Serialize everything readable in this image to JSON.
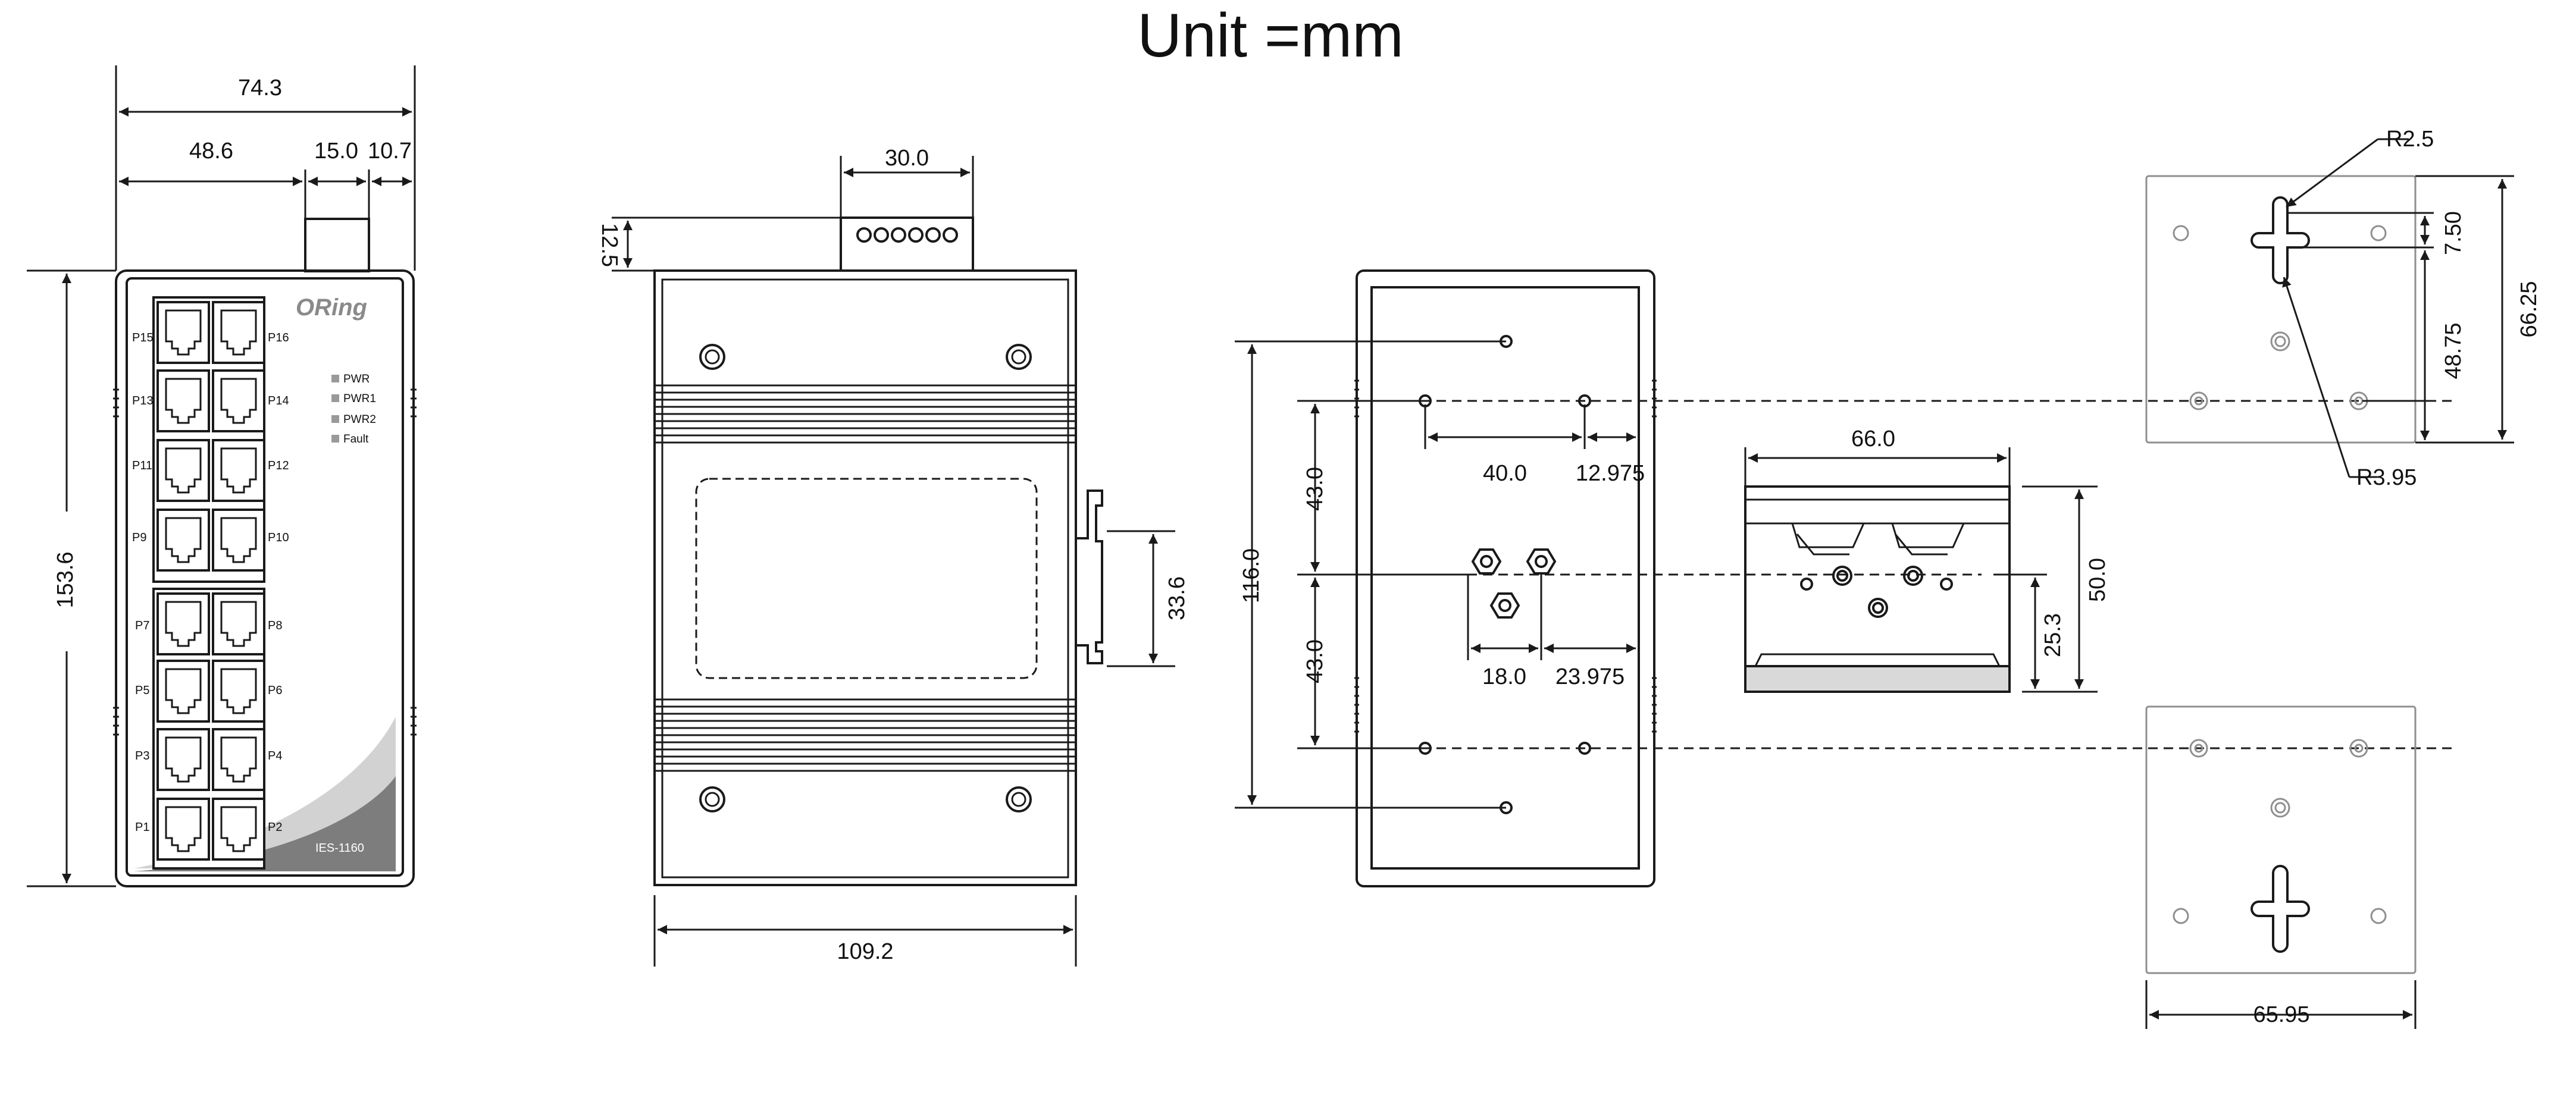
{
  "title": "Unit =mm",
  "front_view": {
    "brand": "ORing",
    "model": "IES-1160",
    "leds": [
      "PWR",
      "PWR1",
      "PWR2",
      "Fault"
    ],
    "ports_left": [
      "P15",
      "P13",
      "P11",
      "P9",
      "P7",
      "P5",
      "P3",
      "P1"
    ],
    "ports_right": [
      "P16",
      "P14",
      "P12",
      "P10",
      "P8",
      "P6",
      "P4",
      "P2"
    ],
    "dims": {
      "width_total": "74.3",
      "width_a": "48.6",
      "width_b": "15.0",
      "width_c": "10.7",
      "height": "153.6"
    }
  },
  "side_view": {
    "dims": {
      "connector_width": "30.0",
      "connector_height": "12.5",
      "depth": "109.2",
      "clip_height": "33.6"
    }
  },
  "back_view": {
    "dims": {
      "hole_span": "116.0",
      "upper_gap": "43.0",
      "lower_gap": "43.0",
      "hole_x": "40.0",
      "hole_edge": "12.975",
      "screw_x": "18.0",
      "screw_edge": "23.975"
    }
  },
  "din_rail_clip": {
    "dims": {
      "width": "66.0",
      "height": "50.0",
      "hole_height": "25.3"
    }
  },
  "wall_mount_plate": {
    "dims": {
      "radius_small": "R2.5",
      "radius_large": "R3.95",
      "slot_offset": "7.50",
      "hole_offset": "48.75",
      "plate_height": "66.25",
      "plate_width": "65.95"
    }
  },
  "colors": {
    "line": "#1a1a1a",
    "fill_gray": "#bdbdbd",
    "fill_dark": "#7d7d7d",
    "plate_line": "#9a9a9a"
  }
}
